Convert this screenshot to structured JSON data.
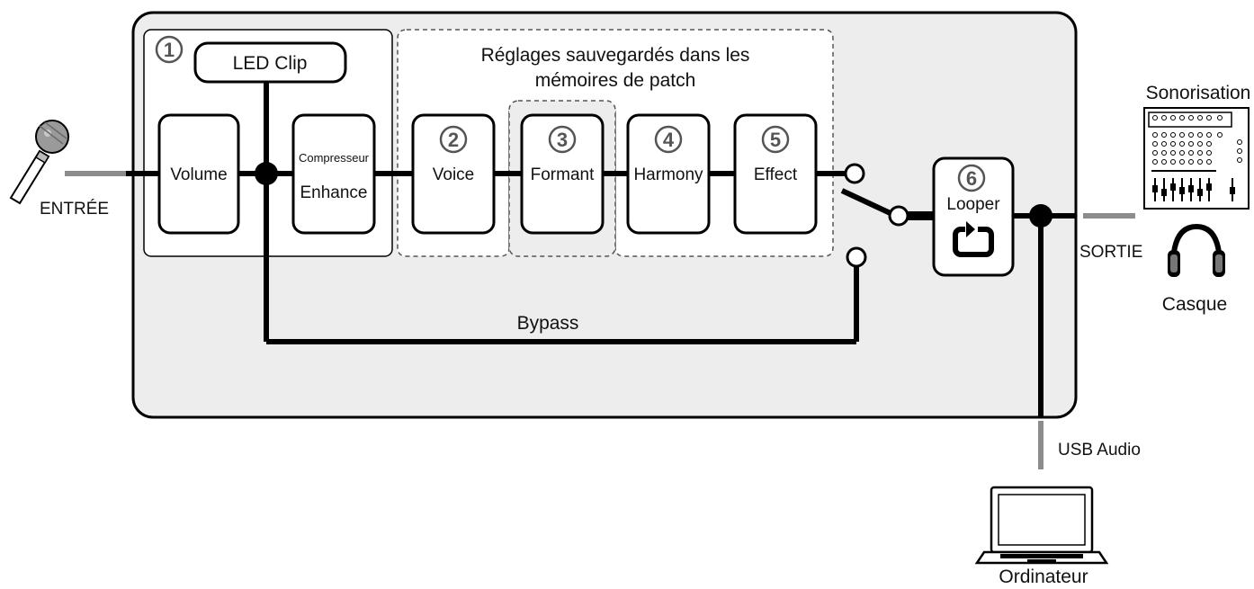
{
  "title_saved": [
    "Réglages sauvegardés dans les",
    "mémoires de patch"
  ],
  "input": {
    "label": "ENTRÉE"
  },
  "output": {
    "label": "SORTIE"
  },
  "devices": {
    "sound_system": "Sonorisation",
    "headphones": "Casque",
    "computer": "Ordinateur",
    "usb": "USB Audio"
  },
  "block1": {
    "number": "1",
    "led_clip": "LED Clip",
    "volume": "Volume",
    "enhance_top": "Compresseur",
    "enhance_bottom": "Enhance"
  },
  "modules": [
    {
      "number": "2",
      "label": "Voice"
    },
    {
      "number": "3",
      "label": "Formant"
    },
    {
      "number": "4",
      "label": "Harmony"
    },
    {
      "number": "5",
      "label": "Effect"
    }
  ],
  "looper": {
    "number": "6",
    "label": "Looper"
  },
  "bypass": "Bypass",
  "colors": {
    "line": "#000000",
    "panel": "#ededed",
    "gray_line": "#8c8c8c",
    "number_fill": "#555555"
  }
}
